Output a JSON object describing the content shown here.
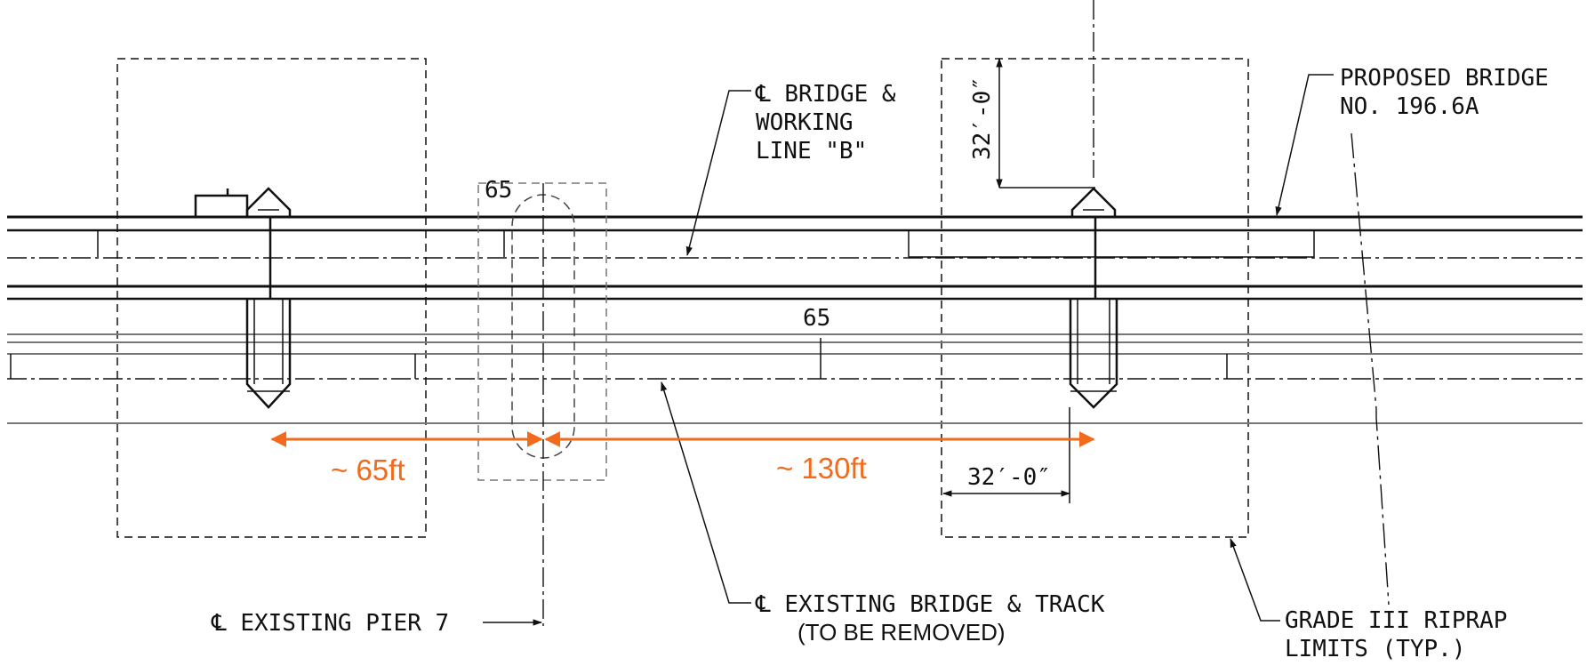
{
  "labels": {
    "cl_bridge_line1": "℄ BRIDGE &",
    "cl_bridge_line2": "WORKING",
    "cl_bridge_line3": "LINE \"B\"",
    "proposed_line1": "PROPOSED BRIDGE",
    "proposed_line2": "NO. 196.6A",
    "dim_vertical": "32′-0″",
    "dim_horizontal": "32′-0″",
    "pier_box_number": "65",
    "span_number": "65",
    "existing_pier": "℄ EXISTING PIER 7",
    "existing_bridge": "℄ EXISTING BRIDGE & TRACK",
    "to_be_removed": "(TO BE REMOVED)",
    "riprap_line1": "GRADE III RIPRAP",
    "riprap_line2": "LIMITS (TYP.)"
  },
  "annotations": {
    "left_distance": "~ 65ft",
    "right_distance": "~ 130ft",
    "accent_color": "#f26b1d"
  }
}
